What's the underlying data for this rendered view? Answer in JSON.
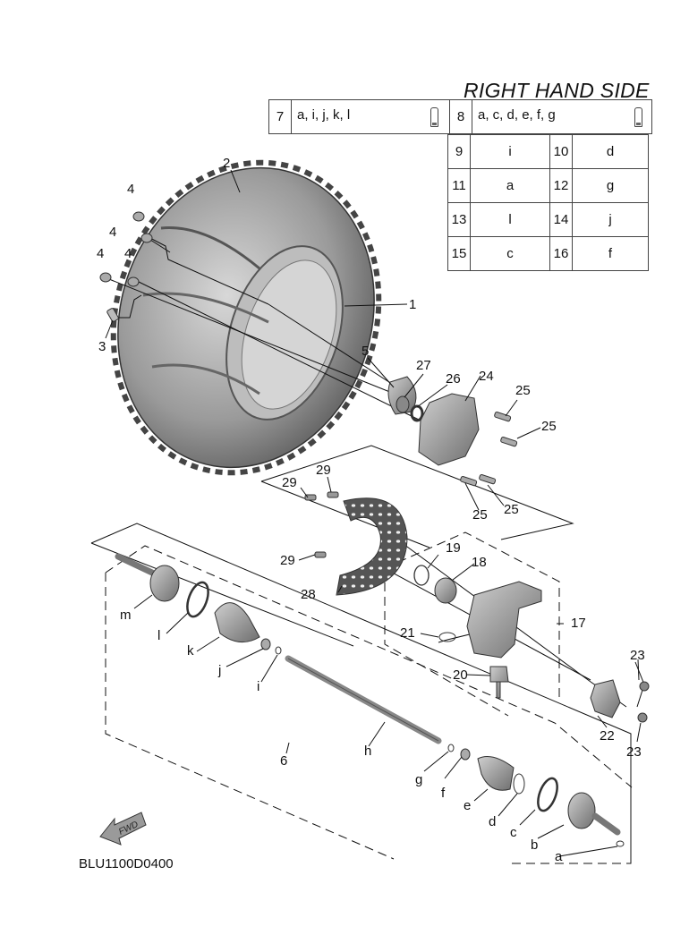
{
  "header": {
    "title": "RIGHT HAND SIDE"
  },
  "lubricant_table": {
    "row1": [
      {
        "ref": "7",
        "parts": "a, i, j, k, l",
        "icon": "grease-tube-icon"
      },
      {
        "ref": "8",
        "parts": "a, c, d, e, f, g",
        "icon": "grease-tube-icon"
      }
    ],
    "kit_rows": [
      [
        {
          "ref": "9",
          "part": "i"
        },
        {
          "ref": "10",
          "part": "d"
        }
      ],
      [
        {
          "ref": "11",
          "part": "a"
        },
        {
          "ref": "12",
          "part": "g"
        }
      ],
      [
        {
          "ref": "13",
          "part": "l"
        },
        {
          "ref": "14",
          "part": "j"
        }
      ],
      [
        {
          "ref": "15",
          "part": "c"
        },
        {
          "ref": "16",
          "part": "f"
        }
      ]
    ]
  },
  "callouts": {
    "c1": "1",
    "c2": "2",
    "c3": "3",
    "c4a": "4",
    "c4b": "4",
    "c4c": "4",
    "c4d": "4",
    "c5": "5",
    "c6": "6",
    "c17": "17",
    "c18": "18",
    "c19": "19",
    "c20": "20",
    "c21": "21",
    "c22": "22",
    "c23a": "23",
    "c23b": "23",
    "c24": "24",
    "c25a": "25",
    "c25b": "25",
    "c25c": "25",
    "c25d": "25",
    "c26": "26",
    "c27": "27",
    "c28": "28",
    "c29a": "29",
    "c29b": "29",
    "c29c": "29",
    "ca": "a",
    "cb": "b",
    "cc": "c",
    "cd": "d",
    "ce": "e",
    "cf": "f",
    "cg": "g",
    "ch": "h",
    "ci": "i",
    "cj": "j",
    "ck": "k",
    "cl": "l",
    "cm": "m"
  },
  "fwd_arrow": {
    "label": "FWD"
  },
  "diagram_code": "BLU1100D0400"
}
